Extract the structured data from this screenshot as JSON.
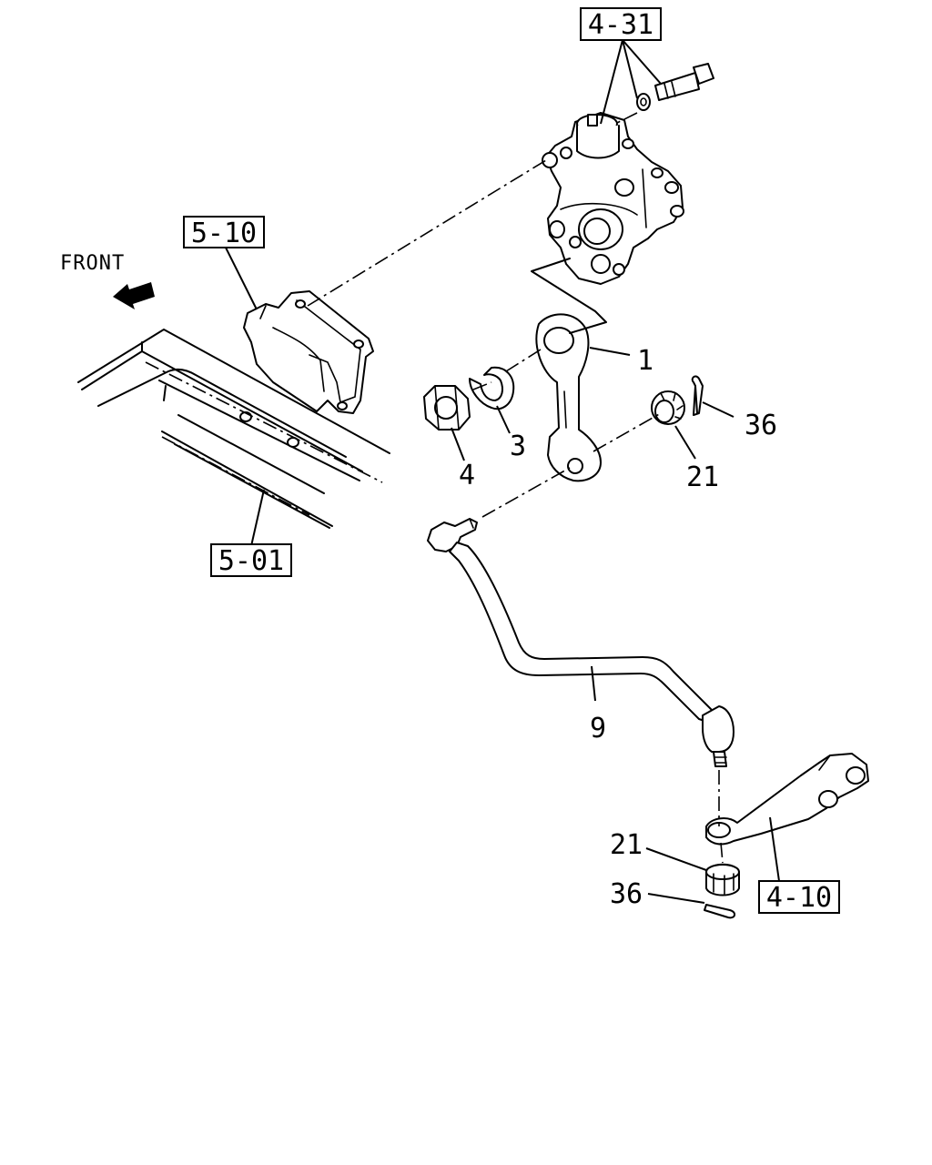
{
  "orientation": {
    "front_label": "FRONT"
  },
  "ref_boxes": {
    "gear_box": "4-31",
    "manifold": "5-10",
    "frame": "5-01",
    "knuckle_arm": "4-10"
  },
  "callouts": {
    "idler_arm": "1",
    "lock_washer": "3",
    "nut": "4",
    "castle_nut_upper": "21",
    "cotter_pin_upper": "36",
    "drag_link": "9",
    "castle_nut_lower": "21",
    "cotter_pin_lower": "36"
  }
}
